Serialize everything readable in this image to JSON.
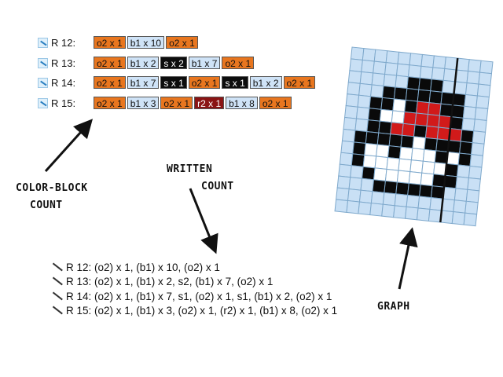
{
  "color_block": {
    "rows": [
      {
        "label": "R 12:",
        "blocks": [
          {
            "text": "o2 x 1",
            "type": "o2"
          },
          {
            "text": "b1 x 10",
            "type": "b1"
          },
          {
            "text": "o2 x 1",
            "type": "o2"
          }
        ]
      },
      {
        "label": "R 13:",
        "blocks": [
          {
            "text": "o2 x 1",
            "type": "o2"
          },
          {
            "text": "b1 x 2",
            "type": "b1"
          },
          {
            "text": "s x 2",
            "type": "s"
          },
          {
            "text": "b1 x 7",
            "type": "b1"
          },
          {
            "text": "o2 x 1",
            "type": "o2"
          }
        ]
      },
      {
        "label": "R 14:",
        "blocks": [
          {
            "text": "o2 x 1",
            "type": "o2"
          },
          {
            "text": "b1 x 7",
            "type": "b1"
          },
          {
            "text": "s x 1",
            "type": "s"
          },
          {
            "text": "o2 x 1",
            "type": "o2"
          },
          {
            "text": "s x 1",
            "type": "s"
          },
          {
            "text": "b1 x 2",
            "type": "b1"
          },
          {
            "text": "o2 x 1",
            "type": "o2"
          }
        ]
      },
      {
        "label": "R 15:",
        "blocks": [
          {
            "text": "o2 x 1",
            "type": "o2"
          },
          {
            "text": "b1 x 3",
            "type": "b1"
          },
          {
            "text": "o2 x 1",
            "type": "o2"
          },
          {
            "text": "r2 x 1",
            "type": "r2"
          },
          {
            "text": "b1 x 8",
            "type": "b1"
          },
          {
            "text": "o2 x 1",
            "type": "o2"
          }
        ]
      }
    ]
  },
  "annotations": {
    "color_block_line1": "COLOR-BLOCK",
    "color_block_line2": "COUNT",
    "written_line1": "WRITTEN",
    "written_line2": "COUNT",
    "graph": "GRAPH"
  },
  "written_count": {
    "rows": [
      "R 12: (o2) x 1, (b1) x 10, (o2) x 1",
      "R 13: (o2) x 1, (b1) x 2, s2, (b1) x 7, (o2) x 1",
      "R 14: (o2) x 1, (b1) x 7, s1, (o2) x 1, s1, (b1) x 2, (o2) x 1",
      "R 15: (o2) x 1, (b1) x 3, (o2) x 1, (r2) x 1, (b1) x 8, (o2) x 1"
    ]
  },
  "colors": {
    "o2": "#e8761f",
    "b1": "#cfe3f7",
    "s": "#0d0d0d",
    "r2": "#8a1414",
    "grid_line": "#7fa9cc",
    "grid_bg": "#c9e0f5",
    "red": "#d11a1a",
    "white": "#ffffff",
    "black": "#0a0a0a"
  },
  "graph_pattern": [
    "BBBBBBBBBBBB",
    "BBBBBBBBBBBB",
    "BBBBBKKKBBBB",
    "BBBKKKKKKKBB",
    "BBKKWKRRKKBB",
    "BBKWWRRRRKBB",
    "BBKKRRKRRRKB",
    "BKKKKKWKKKKB",
    "BKWWKWWWKWKB",
    "BKWWWWWWWKBB",
    "BBKWWWWWKKBB",
    "BBBKKKKKKBBB",
    "BBBBBBBBBBBB",
    "BBBBBBBBBBBB"
  ]
}
